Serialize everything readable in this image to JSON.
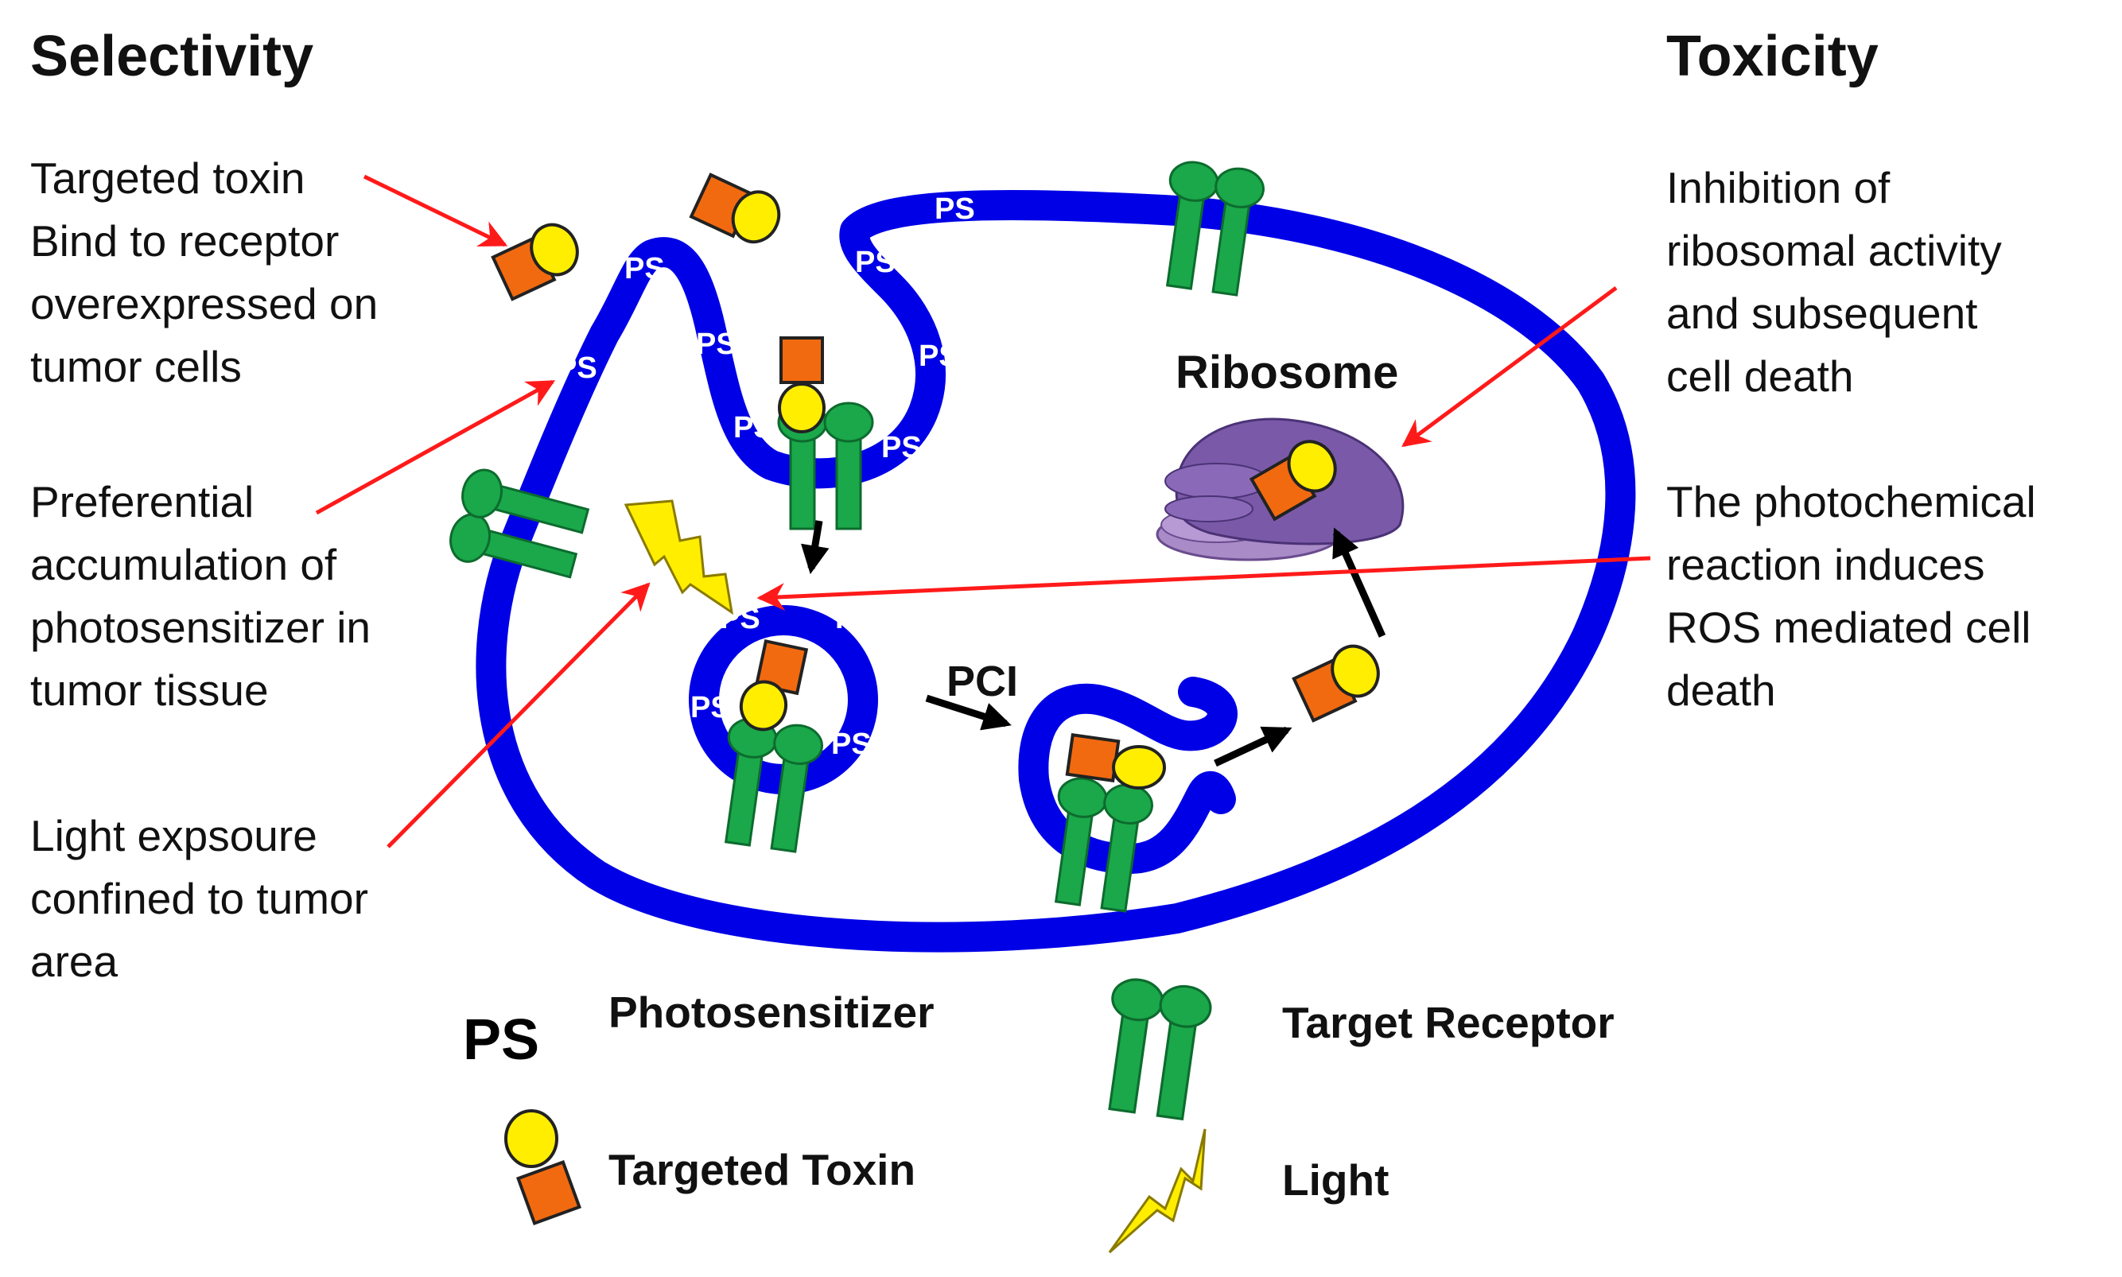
{
  "headings": {
    "left": "Selectivity",
    "right": "Toxicity"
  },
  "left_notes": {
    "targeted_toxin": [
      "Targeted toxin",
      "Bind to receptor",
      "overexpressed on",
      "tumor cells"
    ],
    "accumulation": [
      "Preferential",
      "accumulation of",
      "photosensitizer in",
      "tumor tissue"
    ],
    "light_exposure": [
      "Light expsoure",
      "confined to tumor",
      "area"
    ]
  },
  "right_notes": {
    "ribosomal": [
      "Inhibition of",
      "ribosomal activity",
      "and subsequent",
      "cell death"
    ],
    "photochemical": [
      "The photochemical",
      "reaction induces",
      "ROS mediated cell",
      "death"
    ]
  },
  "labels": {
    "ribosome": "Ribosome",
    "pci": "PCI",
    "ps": "PS"
  },
  "legend": {
    "ps_symbol": "PS",
    "photosensitizer": "Photosensitizer",
    "targeted_toxin": "Targeted Toxin",
    "target_receptor": "Target Receptor",
    "light": "Light"
  },
  "colors": {
    "membrane": "#0000e6",
    "receptor": "#1aa84a",
    "toxin_square": "#f26a0f",
    "toxin_circle": "#ffee00",
    "arrow_red": "#ff1a1a",
    "ribosome": "#7a5aa8",
    "lightning": "#ffee00"
  }
}
